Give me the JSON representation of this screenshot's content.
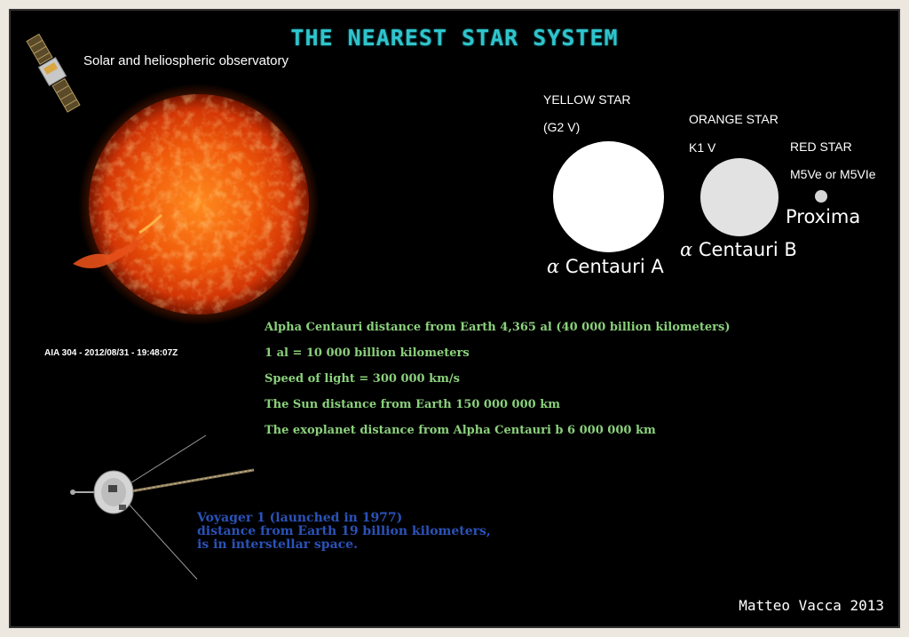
{
  "title": "THE NEAREST STAR SYSTEM",
  "soho_label": "Solar and heliospheric observatory",
  "aia_label": "AIA 304 - 2012/08/31 - 19:48:07Z",
  "stars": {
    "yellow": {
      "type": "YELLOW STAR",
      "class": "(G2 V)",
      "greek": "α",
      "name": "Centauri A"
    },
    "orange": {
      "type": "ORANGE STAR",
      "class": "K1 V",
      "greek": "α",
      "name": "Centauri B"
    },
    "red": {
      "type": "RED STAR",
      "class": "M5Ve or M5VIe",
      "name": "Proxima"
    }
  },
  "facts": [
    "Alpha Centauri distance from Earth 4,365 al (40 000 billion kilometers)",
    "1 al = 10 000 billion kilometers",
    "Speed of light = 300 000 km/s",
    "The Sun distance from Earth 150 000 000 km",
    "The exoplanet distance from Alpha Centauri b 6 000 000 km"
  ],
  "voyager": {
    "line1": "Voyager 1 (launched in 1977)",
    "line2": "distance from Earth 19 billion kilometers,",
    "line3": "is in interstellar space."
  },
  "credit": "Matteo Vacca 2013",
  "colors": {
    "title": "#2fc4cc",
    "facts": "#8bd17c",
    "voyager_text": "#2a52b8",
    "background": "#000000"
  }
}
